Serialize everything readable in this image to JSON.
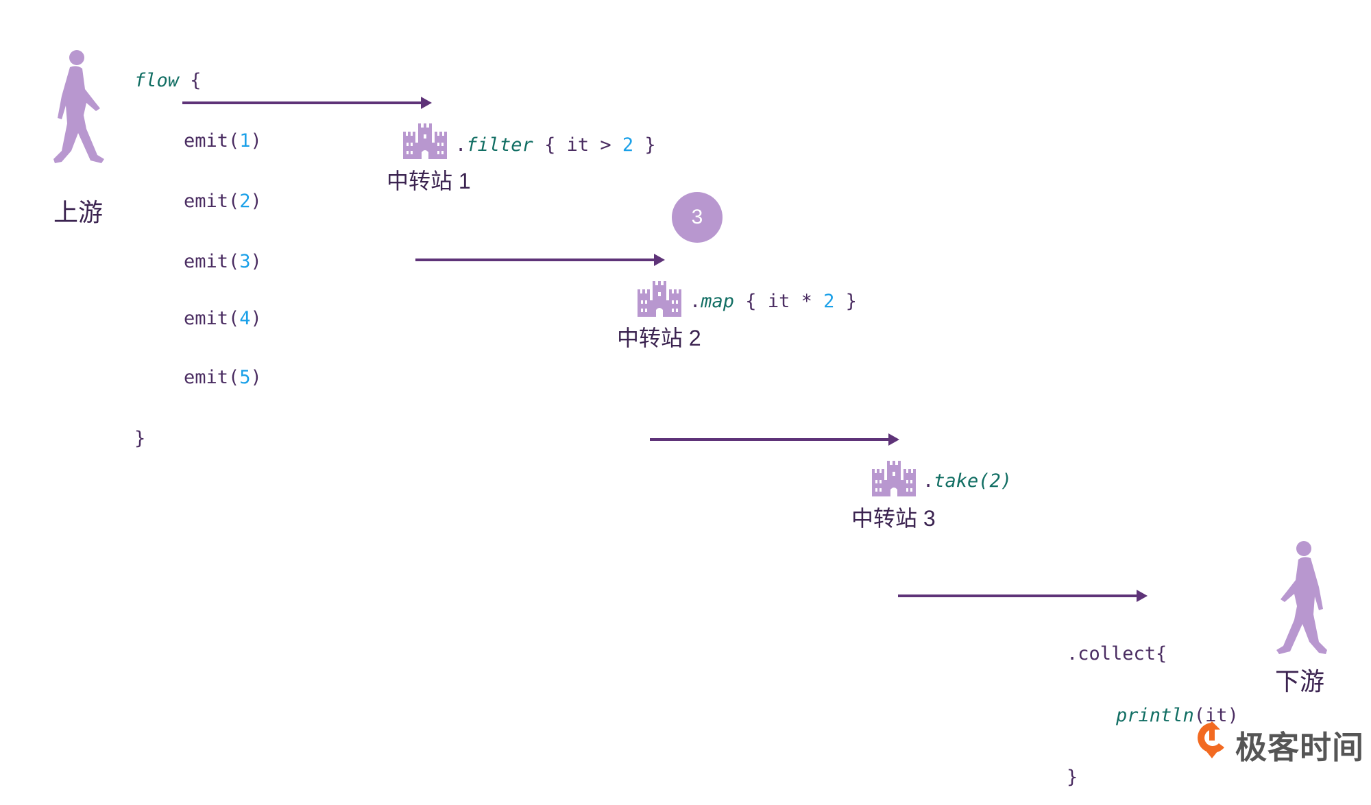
{
  "colors": {
    "figure": "#b897cf",
    "arrow": "#5e3378",
    "text": "#4a2c61",
    "keyword": "#116e63",
    "number": "#1aa0e8",
    "logo": "#f26a21"
  },
  "upstream": {
    "label": "上游",
    "code": {
      "open_kw": "flow",
      "open_brace": " {",
      "emits": [
        {
          "fn": "emit(",
          "n": "1",
          "close": ")"
        },
        {
          "fn": "emit(",
          "n": "2",
          "close": ")"
        },
        {
          "fn": "emit(",
          "n": "3",
          "close": ")"
        },
        {
          "fn": "emit(",
          "n": "4",
          "close": ")"
        },
        {
          "fn": "emit(",
          "n": "5",
          "close": ")"
        }
      ],
      "close": "}"
    }
  },
  "stations": [
    {
      "label": "中转站 1",
      "op": "filter",
      "pre": ".",
      "post1": " { it > ",
      "num": "2",
      "post2": " }"
    },
    {
      "label": "中转站 2",
      "op": "map",
      "pre": ".",
      "post1": " { it * ",
      "num": "2",
      "post2": " }"
    },
    {
      "label": "中转站 3",
      "op": "take(2)",
      "pre": "."
    }
  ],
  "badge": "3",
  "downstream": {
    "label": "下游",
    "line1": ".collect{",
    "fn": "println",
    "args": "(it)",
    "close": "}"
  },
  "logo": {
    "text": "极客时间"
  }
}
